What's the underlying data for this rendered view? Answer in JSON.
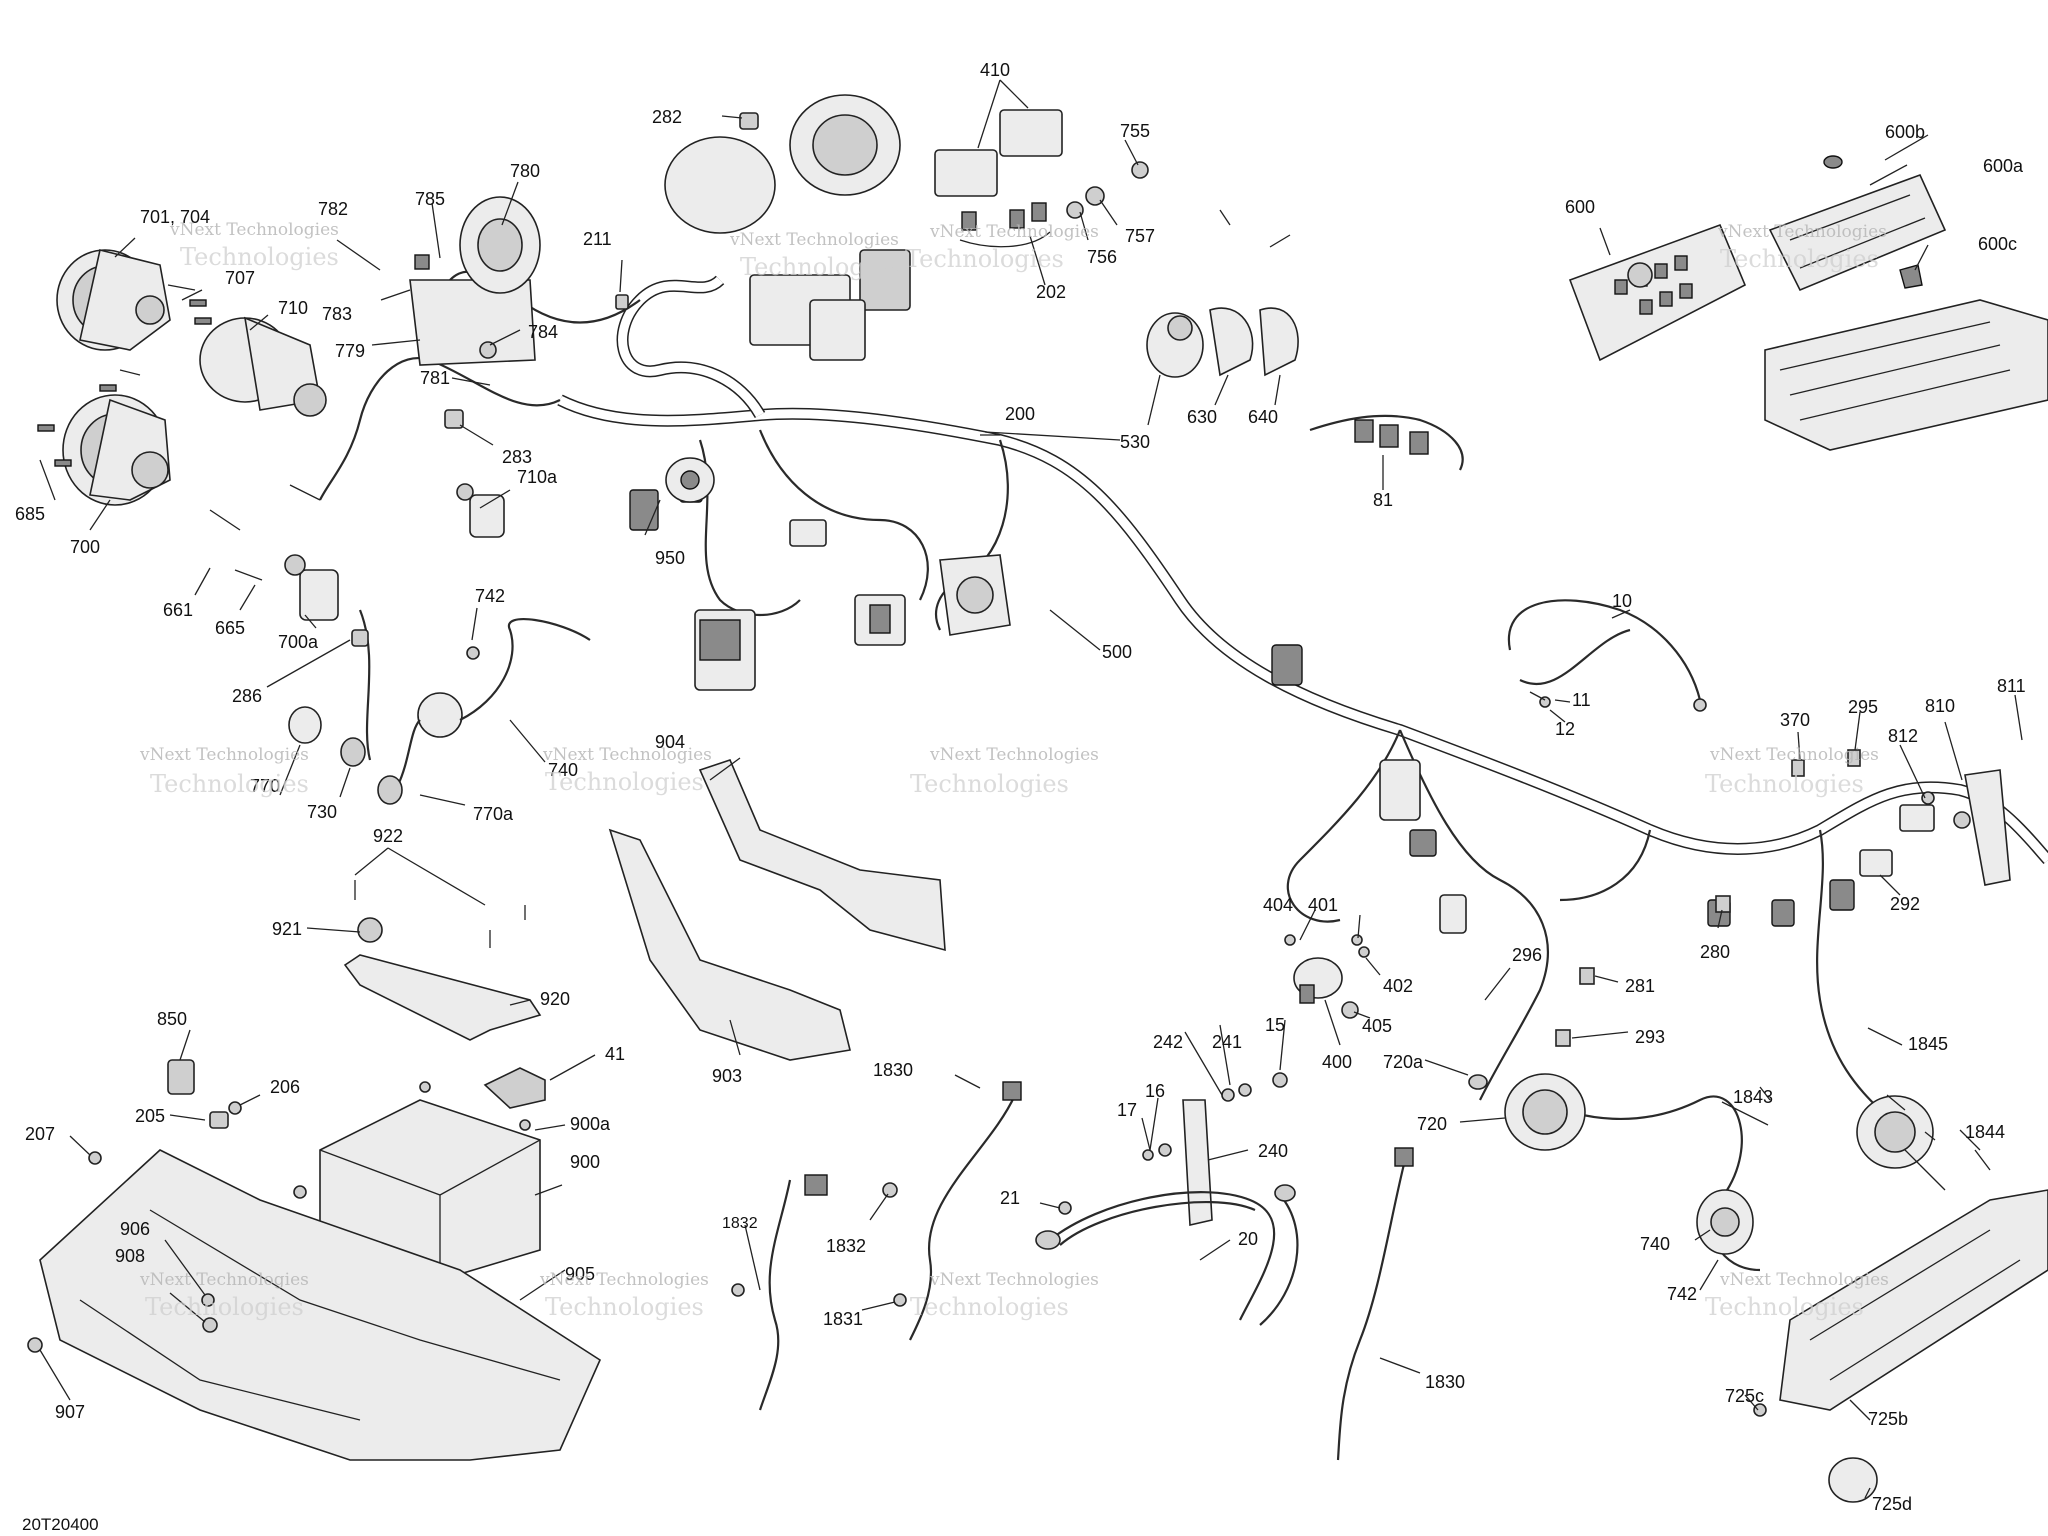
{
  "figure_ref": "20T20400",
  "watermark": {
    "line1": "vNext Technologies",
    "line2": "Technologies"
  },
  "callouts": [
    "10",
    "11",
    "12",
    "15",
    "16",
    "17",
    "20",
    "21",
    "41",
    "81",
    "200",
    "202",
    "205",
    "206",
    "207",
    "211",
    "240",
    "241",
    "242",
    "280",
    "281",
    "282",
    "283",
    "286",
    "292",
    "293",
    "295",
    "296",
    "370",
    "400",
    "401",
    "402",
    "404",
    "405",
    "410",
    "500",
    "530",
    "600",
    "600a",
    "600b",
    "600c",
    "630",
    "640",
    "661",
    "665",
    "685",
    "700",
    "700a",
    "701, 704",
    "707",
    "710",
    "710a",
    "720",
    "720a",
    "725b",
    "725c",
    "725d",
    "730",
    "740",
    "742",
    "755",
    "756",
    "757",
    "770",
    "770a",
    "779",
    "780",
    "781",
    "782",
    "783",
    "784",
    "785",
    "810",
    "811",
    "812",
    "850",
    "900",
    "900a",
    "903",
    "904",
    "905",
    "906",
    "907",
    "908",
    "920",
    "921",
    "922",
    "950",
    "1830",
    "1831",
    "1832",
    "1843",
    "1844",
    "1845"
  ]
}
